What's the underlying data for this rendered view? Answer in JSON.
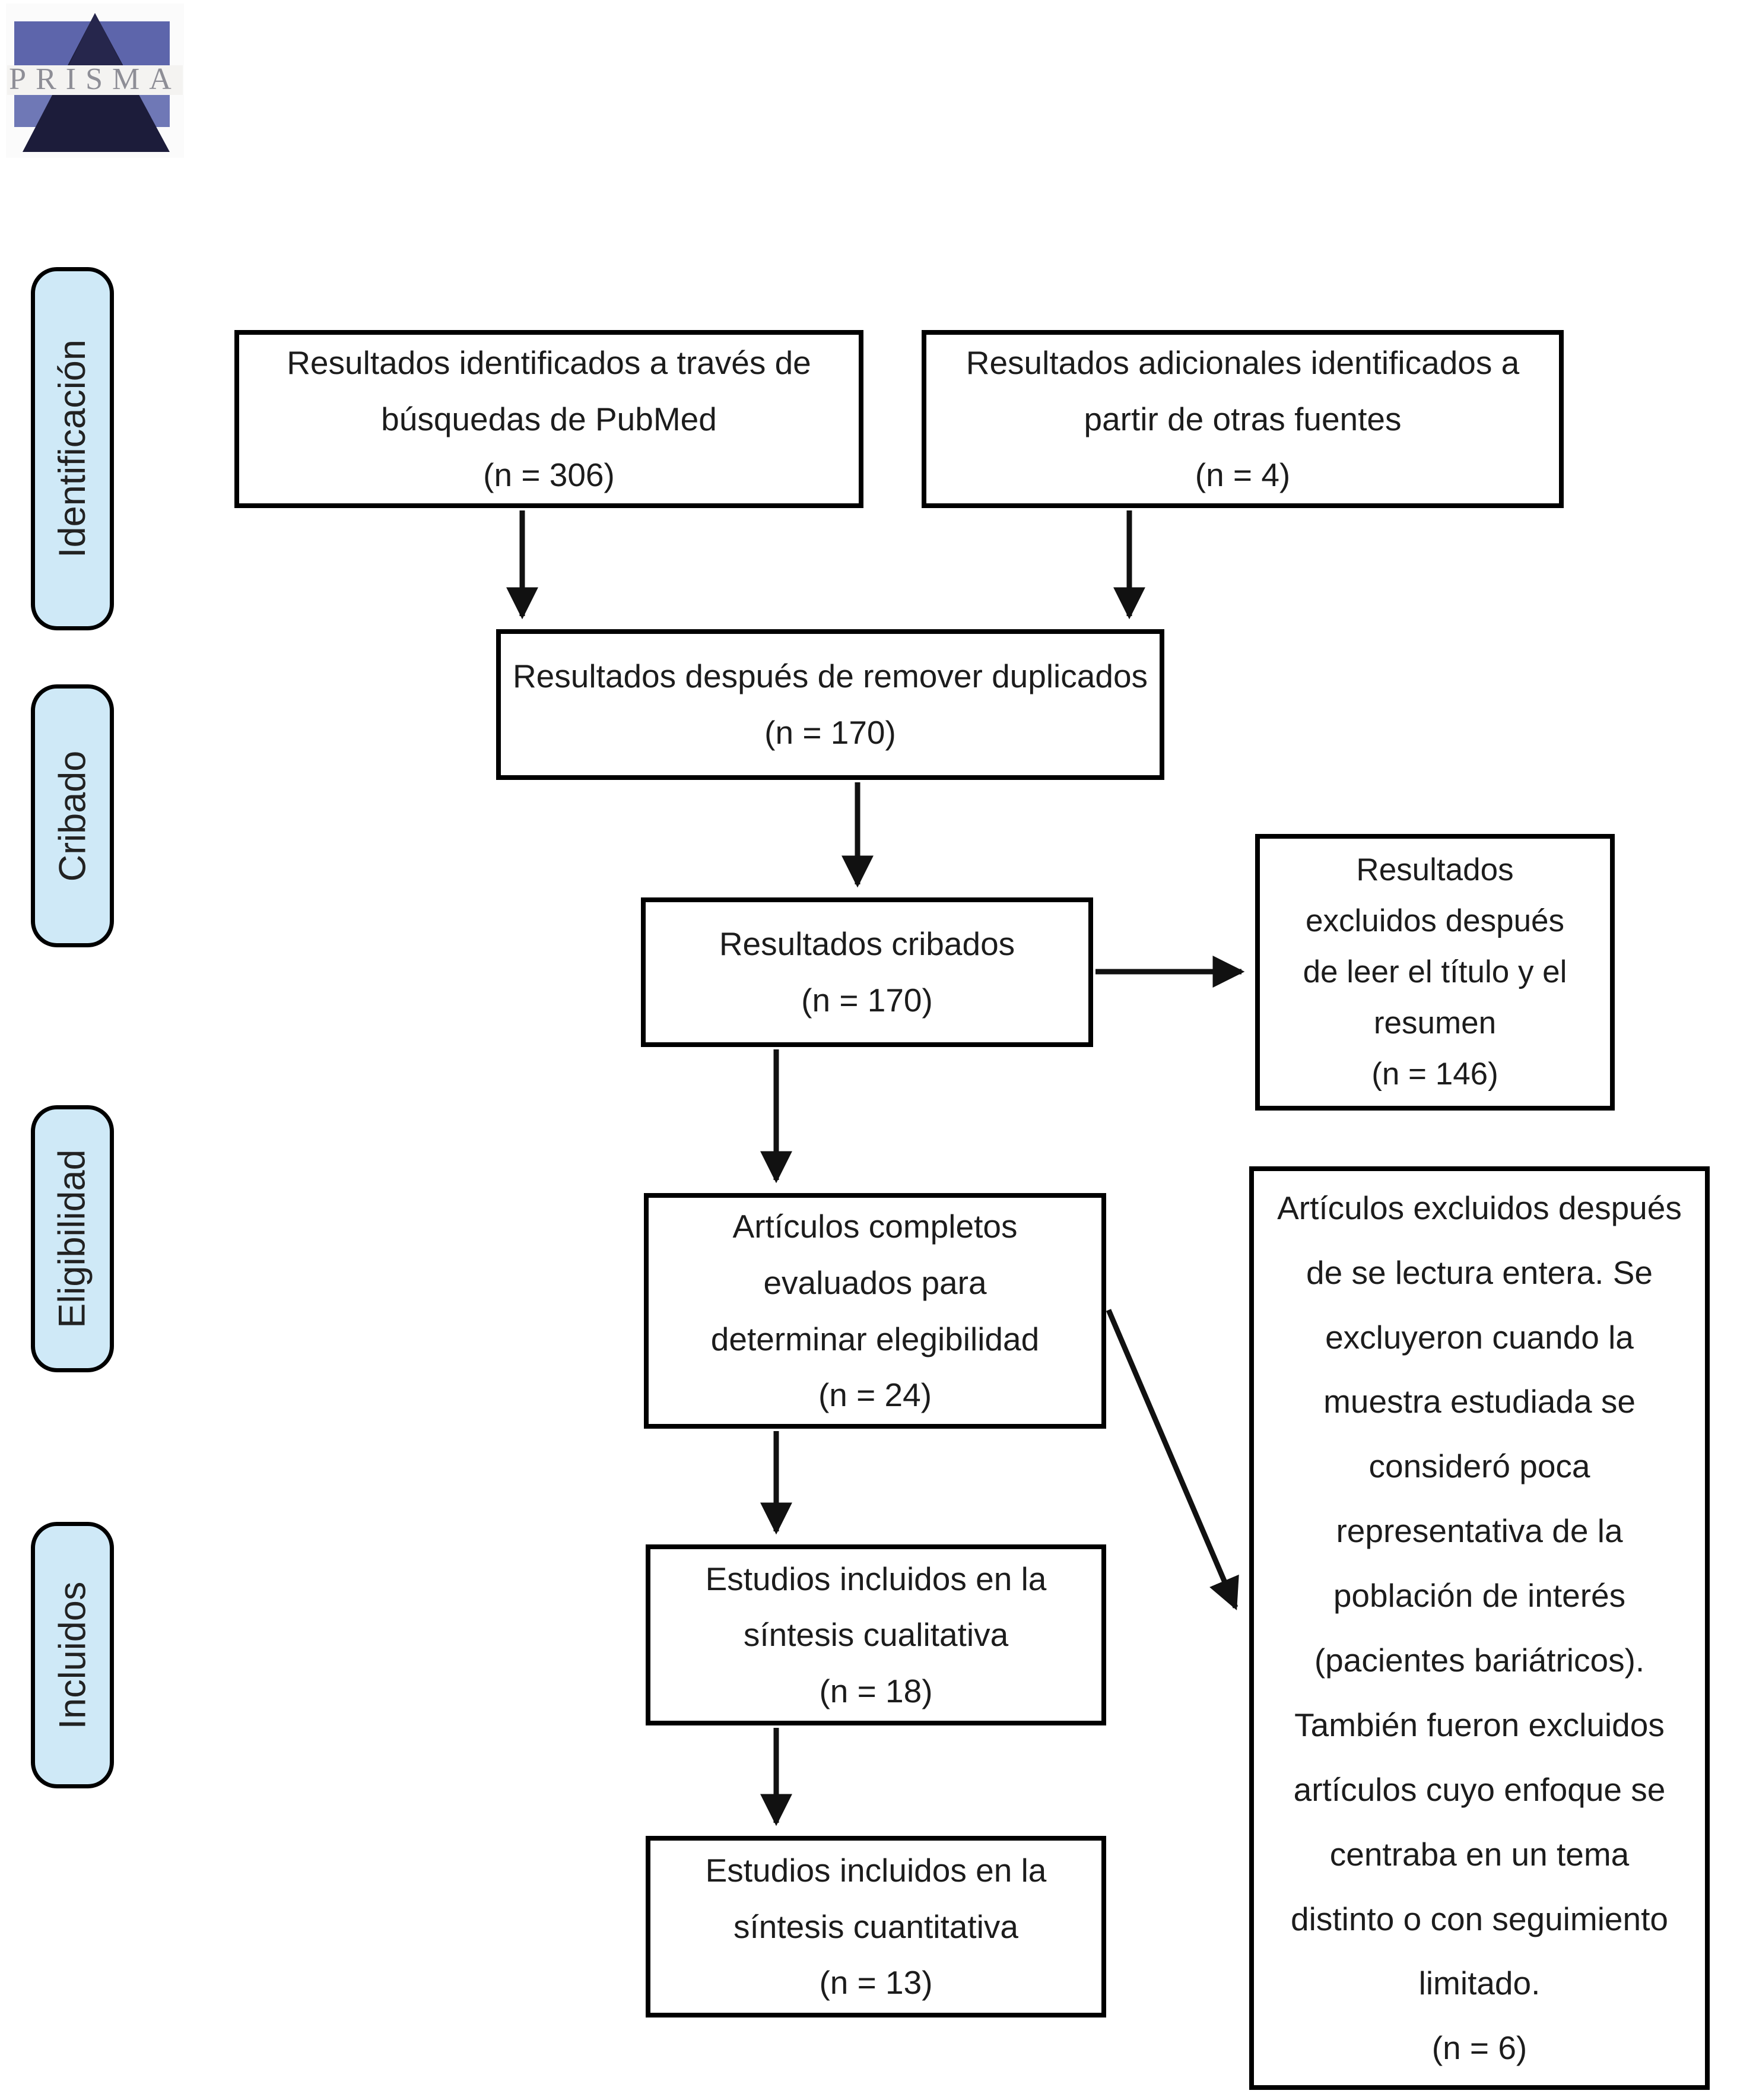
{
  "logo": {
    "text": "PRISMA"
  },
  "colors": {
    "stage_fill": "#cfe9f7",
    "box_border": "#000000",
    "text": "#1c1c1c",
    "logo_band_blue": "#5d65ab",
    "logo_triangle_dark": "#1c1c3a",
    "logo_letters_gray": "#8e8e96"
  },
  "stages": [
    {
      "label": "Identificación"
    },
    {
      "label": "Cribado"
    },
    {
      "label": "Eligibilidad"
    },
    {
      "label": "Incluidos"
    }
  ],
  "boxes": {
    "pubmed": {
      "lines": [
        "Resultados identificados a través de",
        "búsquedas de PubMed",
        "(n = 306)"
      ]
    },
    "other_sources": {
      "lines": [
        "Resultados adicionales identificados a",
        "partir de otras fuentes",
        "(n = 4)"
      ]
    },
    "deduplicated": {
      "lines": [
        "Resultados después de remover duplicados",
        "(n = 170)"
      ]
    },
    "screened": {
      "lines": [
        "Resultados cribados",
        "(n = 170)"
      ]
    },
    "excluded_title_abstract": {
      "lines": [
        "Resultados",
        "excluidos después",
        "de leer el título y el",
        "resumen",
        "(n = 146)"
      ]
    },
    "fulltext_assessed": {
      "lines": [
        "Artículos completos",
        "evaluados para",
        "determinar elegibilidad",
        "(n = 24)"
      ]
    },
    "excluded_fulltext": {
      "lines": [
        "Artículos excluidos después",
        "de se lectura entera. Se",
        "excluyeron cuando la",
        "muestra estudiada se",
        "consideró poca",
        "representativa de la",
        "población de interés",
        "(pacientes bariátricos).",
        "También fueron excluidos",
        "artículos cuyo enfoque se",
        "centraba en un tema",
        "distinto o con seguimiento",
        "limitado.",
        "(n = 6)"
      ]
    },
    "qualitative_synthesis": {
      "lines": [
        "Estudios incluidos en la",
        "síntesis cualitativa",
        "(n = 18)"
      ]
    },
    "quantitative_synthesis": {
      "lines": [
        "Estudios incluidos en la",
        "síntesis cuantitativa",
        "(n = 13)"
      ]
    }
  }
}
